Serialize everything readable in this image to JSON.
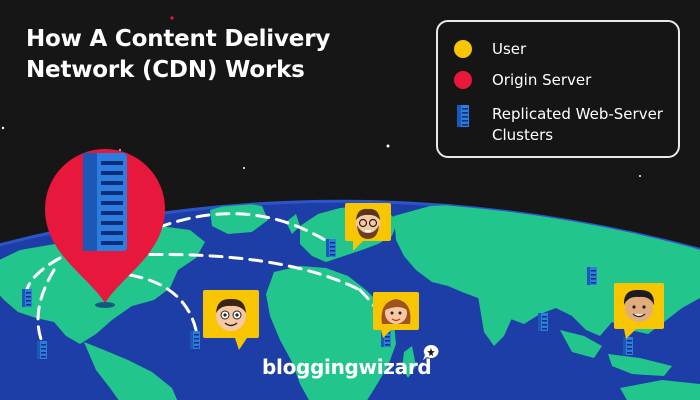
{
  "title": {
    "line1": "How A Content Delivery",
    "line2": "Network (CDN) Works"
  },
  "legend": {
    "items": [
      {
        "label": "User",
        "swatch": "yellow-dot",
        "color": "#f7c600"
      },
      {
        "label": "Origin Server",
        "swatch": "red-dot",
        "color": "#e8173c"
      },
      {
        "label": "Replicated Web-Server Clusters",
        "swatch": "server-icon",
        "color": "#2a6fd6"
      }
    ]
  },
  "colors": {
    "background": "#161616",
    "ocean": "#1d3ea6",
    "land": "#22c58c",
    "pin": "#e8173c",
    "user_bubble": "#f7c600",
    "connection": "#ffffff"
  },
  "footer": {
    "logo_text": "bloggingwizard"
  }
}
